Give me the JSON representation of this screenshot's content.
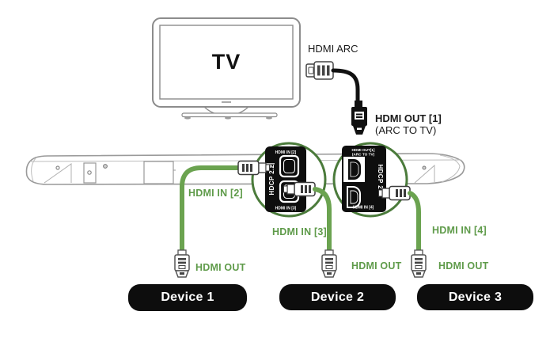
{
  "labels": {
    "tv": "TV",
    "hdmi_arc_prefix": "HDMI ",
    "hdmi_arc_bold": "ARC",
    "hdmi_out_1": "HDMI OUT [1]",
    "arc_to_tv": "(ARC TO TV)"
  },
  "callout_left": {
    "port_top": "HDMI IN [2]",
    "port_bottom": "HDMI IN [3]",
    "hdcp": "HDCP 2.2"
  },
  "callout_right": {
    "port_top_line1": "HDMI OUT[1]",
    "port_top_line2": "(ARC TO TV)",
    "port_bottom": "HDMI IN [4]",
    "hdcp": "HDCP 2.2"
  },
  "connections": [
    {
      "input_label": "HDMI IN [2]",
      "output_label": "HDMI OUT",
      "device_label": "Device 1"
    },
    {
      "input_label": "HDMI IN [3]",
      "output_label": "HDMI OUT",
      "device_label": "Device 2"
    },
    {
      "input_label": "HDMI IN [4]",
      "output_label": "HDMI OUT",
      "device_label": "Device 3"
    }
  ],
  "colors": {
    "cable_green": "#6ba350",
    "label_green": "#5f9b4a",
    "circle_ring_green": "#4b7b3b",
    "panel_black": "#0e0e0e",
    "device_black": "#0d0d0d",
    "outline_gray": "#9a9a9a"
  }
}
